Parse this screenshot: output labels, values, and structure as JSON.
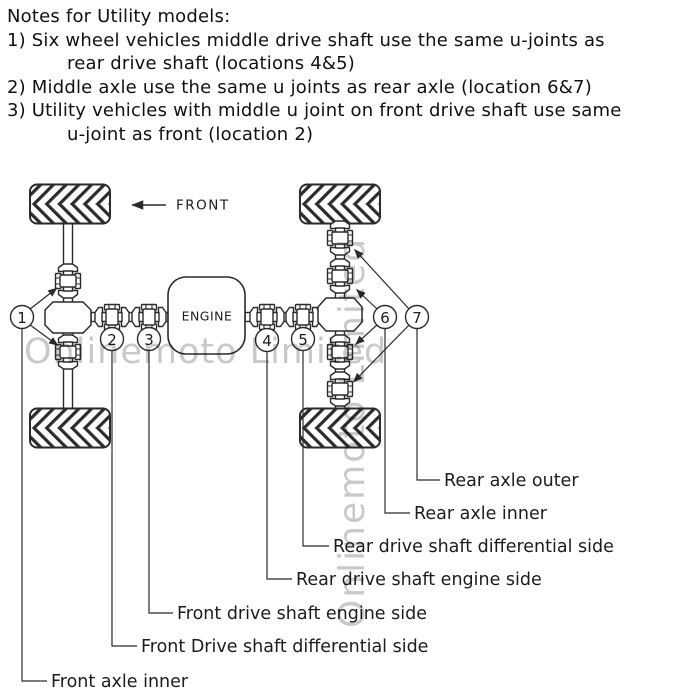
{
  "notes": {
    "title": "Notes for Utility models:",
    "lines": [
      {
        "text": "1) Six wheel vehicles middle drive shaft use the same u-joints as",
        "indent": false
      },
      {
        "text": "rear drive shaft (locations 4&5)",
        "indent": true
      },
      {
        "text": "2) Middle axle use the same u joints as rear axle (location 6&7)",
        "indent": false
      },
      {
        "text": "3) Utility vehicles with middle u joint on front drive shaft use same",
        "indent": false
      },
      {
        "text": "u-joint as front (location 2)",
        "indent": true
      }
    ]
  },
  "diagram": {
    "front_label": "FRONT",
    "engine_label": "ENGINE",
    "watermark": "Onlinemoto Limited",
    "callouts": [
      {
        "number": "1",
        "label": "Front axle inner"
      },
      {
        "number": "2",
        "label": "Front Drive shaft differential side"
      },
      {
        "number": "3",
        "label": "Front drive shaft engine side"
      },
      {
        "number": "4",
        "label": "Rear drive shaft engine side"
      },
      {
        "number": "5",
        "label": "Rear drive shaft differential side"
      },
      {
        "number": "6",
        "label": "Rear axle inner"
      },
      {
        "number": "7",
        "label": "Rear axle outer"
      }
    ]
  },
  "colors": {
    "line": "#2b2b2b",
    "text": "#1c1c1c",
    "watermark": "#c9c9c9",
    "background": "#ffffff"
  }
}
